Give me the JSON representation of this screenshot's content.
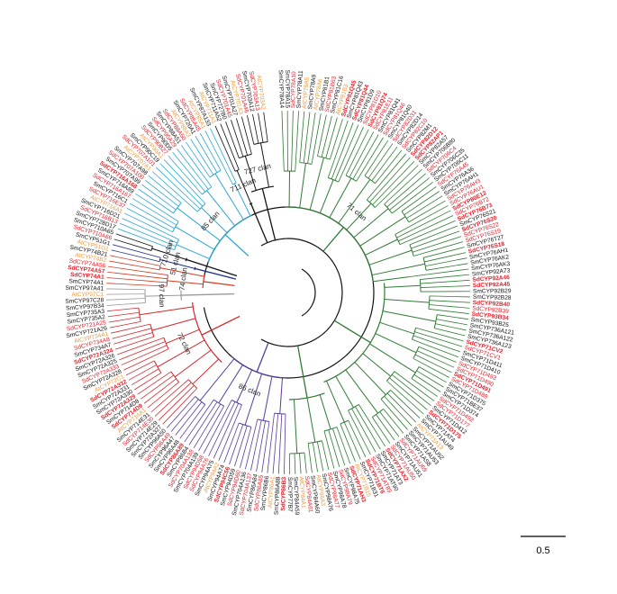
{
  "colors": {
    "outline": "#000000",
    "red_label": "#e8202a",
    "orange_label": "#f39a3c",
    "black_label": "#111111",
    "clan71": "#2e7a33",
    "clan85": "#2aa6d6",
    "clan72": "#d6262b",
    "clan86": "#5a3a9e",
    "clan74": "#d13b20",
    "clan97": "#9a9a9a",
    "clan51": "#1a2f8a",
    "clan710": "#111111",
    "clan711": "#111111",
    "clan727": "#111111"
  },
  "scale_bar": {
    "label": "0.5"
  },
  "clans": [
    {
      "label": "71 clan",
      "colorKey": "clan71",
      "angle": -50,
      "r": 210,
      "tips": [
        {
          "t": "SmCYP78A14",
          "c": "k"
        },
        {
          "t": "SmCYP78A15",
          "c": "k"
        },
        {
          "t": "SdCYP78A10",
          "c": "r"
        },
        {
          "t": "SmCYP78A11",
          "c": "k"
        },
        {
          "t": "AtCYP78A5",
          "c": "o"
        },
        {
          "t": "SmCYP78A9",
          "c": "k"
        },
        {
          "t": "AtCYP78A6",
          "c": "o"
        },
        {
          "t": "SmCYP81B1",
          "c": "k"
        },
        {
          "t": "SdCYP81B63",
          "c": "r"
        },
        {
          "t": "SmCYP81C16",
          "c": "k"
        },
        {
          "t": "AtCYP81B3",
          "c": "o"
        },
        {
          "t": "SdCYP81Q45",
          "c": "r",
          "b": true
        },
        {
          "t": "SmCYP81Q43",
          "c": "k"
        },
        {
          "t": "SdCYP81Q44",
          "c": "r",
          "b": true
        },
        {
          "t": "SmCYP81D9",
          "c": "k"
        },
        {
          "t": "SdCYP81D10",
          "c": "r"
        },
        {
          "t": "SdCYP81Q74",
          "c": "r",
          "b": true
        },
        {
          "t": "SdCYP81E11",
          "c": "r"
        },
        {
          "t": "SmCYP81Q41",
          "c": "k"
        },
        {
          "t": "SdCYP81Q46",
          "c": "r"
        },
        {
          "t": "SmCYP81Q40",
          "c": "k"
        },
        {
          "t": "SdCYP82D31",
          "c": "r"
        },
        {
          "t": "SmCYP82D14",
          "c": "k"
        },
        {
          "t": "SdCYP82C10",
          "c": "r"
        },
        {
          "t": "SmCYP82M1",
          "c": "k"
        },
        {
          "t": "SdCYP82D12",
          "c": "r",
          "b": true
        },
        {
          "t": "SdCYP82AP1",
          "c": "r",
          "b": true
        },
        {
          "t": "SmCYP82A57",
          "c": "k"
        },
        {
          "t": "SmCYP706B80",
          "c": "k"
        },
        {
          "t": "SdCYP706C4",
          "c": "r"
        },
        {
          "t": "SmCYP706C35",
          "c": "k"
        },
        {
          "t": "SmCYP706C11",
          "c": "k"
        },
        {
          "t": "SdCYP76A45",
          "c": "r"
        },
        {
          "t": "SmCYP76A36",
          "c": "k"
        },
        {
          "t": "SmCYP76AH1",
          "c": "k"
        },
        {
          "t": "SdCYP76AH3",
          "c": "r"
        },
        {
          "t": "SdCYP76AU1",
          "c": "r"
        },
        {
          "t": "SdCYP80E12",
          "c": "r",
          "b": true
        },
        {
          "t": "SdCYP76B72",
          "c": "r"
        },
        {
          "t": "SdCYP76B73",
          "c": "r",
          "b": true
        },
        {
          "t": "SmCYP76S21",
          "c": "k"
        },
        {
          "t": "SdCYP76S20",
          "c": "r",
          "b": true
        },
        {
          "t": "SdCYP76S22",
          "c": "r"
        },
        {
          "t": "SdCYP76S19",
          "c": "r"
        },
        {
          "t": "SmCYP76T27",
          "c": "k"
        },
        {
          "t": "SdCYP76S18",
          "c": "r",
          "b": true
        },
        {
          "t": "SmCYP76AH1",
          "c": "k"
        },
        {
          "t": "SmCYP76AK2",
          "c": "k"
        },
        {
          "t": "SmCYP76AK3",
          "c": "k"
        }
      ]
    },
    {
      "label": "",
      "colorKey": "clan71",
      "angle": 40,
      "r": 210,
      "tips": [
        {
          "t": "SmCYP92A73",
          "c": "k"
        },
        {
          "t": "SdCYP92A46",
          "c": "r",
          "b": true
        },
        {
          "t": "SdCYP92A45",
          "c": "r",
          "b": true
        },
        {
          "t": "SmCYP92B29",
          "c": "k"
        },
        {
          "t": "SmCYP92B28",
          "c": "k"
        },
        {
          "t": "SdCYP92B40",
          "c": "r",
          "b": true
        },
        {
          "t": "SdCYP92B39",
          "c": "r"
        },
        {
          "t": "SdCYP93B34",
          "c": "r",
          "b": true
        },
        {
          "t": "SmCYP93B25",
          "c": "k"
        },
        {
          "t": "SmCYP736A121",
          "c": "k"
        },
        {
          "t": "SmCYP736A122",
          "c": "k"
        },
        {
          "t": "SmCYP736A123",
          "c": "k"
        },
        {
          "t": "SdCYP71CV2",
          "c": "r",
          "b": true
        },
        {
          "t": "SdCYP71CV1",
          "c": "r"
        },
        {
          "t": "SmCYP71D411",
          "c": "k"
        },
        {
          "t": "SmCYP71D410",
          "c": "k"
        },
        {
          "t": "SdCYP71D493",
          "c": "r"
        },
        {
          "t": "SdCYP71D490",
          "c": "r"
        },
        {
          "t": "SdCYP71D491",
          "c": "r",
          "b": true
        },
        {
          "t": "SdCYP71D489",
          "c": "r"
        },
        {
          "t": "SmCYP71D375",
          "c": "k"
        },
        {
          "t": "SmCYP71BE37",
          "c": "k"
        },
        {
          "t": "SmCYP71D374",
          "c": "k"
        },
        {
          "t": "SdCYP71D492",
          "c": "r"
        },
        {
          "t": "SdCYP71D177",
          "c": "r"
        },
        {
          "t": "SmCYP71D412",
          "c": "k"
        },
        {
          "t": "SdCYP71D175",
          "c": "r",
          "b": true
        },
        {
          "t": "SmCYP71AT4",
          "c": "k"
        },
        {
          "t": "SmCYP71AU49",
          "c": "k"
        },
        {
          "t": "AtCYP71A13",
          "c": "o"
        },
        {
          "t": "SmCYP71AU52",
          "c": "k"
        },
        {
          "t": "SmCYP71AU53",
          "c": "k"
        },
        {
          "t": "SmCYP71AS8",
          "c": "k"
        },
        {
          "t": "SdCYP71AU69",
          "c": "r"
        },
        {
          "t": "SmCYP71AU51",
          "c": "k"
        },
        {
          "t": "SdCYP71AU50",
          "c": "r"
        },
        {
          "t": "SdCYP71AX2",
          "c": "r",
          "b": true
        },
        {
          "t": "SmCYP71AT3",
          "c": "k"
        },
        {
          "t": "SmCYP71AT90",
          "c": "k"
        },
        {
          "t": "SdCYP71AT89",
          "c": "r"
        },
        {
          "t": "SdCYP71BT6",
          "c": "r",
          "b": true
        },
        {
          "t": "SmCYP71B31",
          "c": "k"
        },
        {
          "t": "AtCYP71B15",
          "c": "o"
        }
      ]
    },
    {
      "label": "",
      "colorKey": "clan71",
      "angle": 100,
      "r": 210,
      "tips": [
        {
          "t": "SdCYP71AH3",
          "c": "r",
          "b": true
        },
        {
          "t": "SmCYP98A75",
          "c": "k"
        },
        {
          "t": "SdCYP98A79",
          "c": "r"
        },
        {
          "t": "SmCYP98A78",
          "c": "k"
        },
        {
          "t": "SdCYP98A77",
          "c": "r"
        },
        {
          "t": "SmCYP98A76",
          "c": "k"
        },
        {
          "t": "AtCYP98A3",
          "c": "o"
        },
        {
          "t": "SmCYP84A60",
          "c": "k"
        },
        {
          "t": "SdCYP84A61",
          "c": "r"
        },
        {
          "t": "AtCYP84A1",
          "c": "o"
        },
        {
          "t": "SmCYP84A59",
          "c": "k"
        },
        {
          "t": "SmCYP77B7",
          "c": "k"
        }
      ]
    },
    {
      "label": "86 clan",
      "colorKey": "clan86",
      "angle": 120,
      "r": 210,
      "tips": [
        {
          "t": "SdCYP86B3",
          "c": "r",
          "b": true
        },
        {
          "t": "SmCYP86A88",
          "c": "k"
        },
        {
          "t": "AtCYP86A1",
          "c": "o"
        },
        {
          "t": "SmCYP86B6",
          "c": "k"
        },
        {
          "t": "SdCYP86A85",
          "c": "r"
        },
        {
          "t": "SmCYP86A84",
          "c": "k"
        },
        {
          "t": "SdCYP704A137",
          "c": "r"
        },
        {
          "t": "SmCYP704A136",
          "c": "k"
        },
        {
          "t": "SdCYP94D60",
          "c": "r"
        },
        {
          "t": "SmCYP94D59",
          "c": "k"
        },
        {
          "t": "SdCYP94C56",
          "c": "r",
          "b": true
        },
        {
          "t": "SmCYP94A74",
          "c": "k"
        },
        {
          "t": "AtCYP94A2",
          "c": "o"
        },
        {
          "t": "SmCYP94A75",
          "c": "k"
        },
        {
          "t": "SdCYP94A76",
          "c": "r"
        },
        {
          "t": "SdCYP94D58",
          "c": "r"
        },
        {
          "t": "SmCYP704A139",
          "c": "k"
        },
        {
          "t": "SdCYP704A138",
          "c": "r"
        },
        {
          "t": "SmCYP86B4",
          "c": "k"
        },
        {
          "t": "SdCYP86A89",
          "c": "r",
          "b": true
        },
        {
          "t": "SmCYP96A48",
          "c": "k"
        },
        {
          "t": "SmCYP96A47",
          "c": "k"
        },
        {
          "t": "SdCYP96A49",
          "c": "r"
        },
        {
          "t": "SmCYP96A50",
          "c": "k"
        }
      ]
    },
    {
      "label": "72 clan",
      "colorKey": "clan72",
      "angle": 155,
      "r": 210,
      "tips": [
        {
          "t": "SmCYP72A327",
          "c": "k"
        },
        {
          "t": "SmCYP714E29",
          "c": "k"
        },
        {
          "t": "SdCYP714E30",
          "c": "r"
        },
        {
          "t": "SmCYP714E31",
          "c": "k"
        },
        {
          "t": "AtCYP714A1",
          "c": "o"
        },
        {
          "t": "SdCYP714D9",
          "c": "r",
          "b": true
        },
        {
          "t": "SmCYP714D8",
          "c": "k"
        },
        {
          "t": "SdCYP72A329",
          "c": "r",
          "b": true
        },
        {
          "t": "SmCYP72A330",
          "c": "k"
        },
        {
          "t": "SmCYP72A331",
          "c": "k"
        },
        {
          "t": "SdCYP72A332",
          "c": "r",
          "b": true
        },
        {
          "t": "AtCYP72C1",
          "c": "o"
        },
        {
          "t": "SmCYP72A328",
          "c": "k"
        },
        {
          "t": "SdCYP72A333",
          "c": "r"
        },
        {
          "t": "SmCYP72A325",
          "c": "k"
        },
        {
          "t": "SmCYP72A326",
          "c": "k"
        },
        {
          "t": "SdCYP72A324",
          "c": "r",
          "b": true
        },
        {
          "t": "SmCYP734A7",
          "c": "k"
        },
        {
          "t": "SdCYP734A8",
          "c": "r"
        },
        {
          "t": "AtCYP734A1",
          "c": "o"
        },
        {
          "t": "SmCYP721A26",
          "c": "k"
        },
        {
          "t": "SdCYP721A25",
          "c": "r"
        },
        {
          "t": "SmCYP735A2",
          "c": "k"
        },
        {
          "t": "SmCYP735A3",
          "c": "k"
        }
      ]
    },
    {
      "label": "97 clan",
      "colorKey": "clan97",
      "angle": 172,
      "r": 210,
      "tips": [
        {
          "t": "SmCYP97B34",
          "c": "k"
        },
        {
          "t": "SmCYP97C28",
          "c": "k"
        },
        {
          "t": "AtCYP97C1",
          "c": "o"
        },
        {
          "t": "SmCYP97A41",
          "c": "k"
        }
      ]
    },
    {
      "label": "74 clan",
      "colorKey": "clan74",
      "angle": 178,
      "r": 210,
      "tips": [
        {
          "t": "SmCYP74A1",
          "c": "k"
        },
        {
          "t": "SdCYP74A1",
          "c": "r",
          "b": true
        },
        {
          "t": "SdCYP74A57",
          "c": "r",
          "b": true
        },
        {
          "t": "SdCYP74A56",
          "c": "r"
        },
        {
          "t": "AtCYP74B2",
          "c": "o"
        },
        {
          "t": "SmCYP74B21",
          "c": "k"
        }
      ]
    },
    {
      "label": "51 clan",
      "colorKey": "clan51",
      "angle": 186,
      "r": 210,
      "tips": [
        {
          "t": "AtCYP51G1",
          "c": "o"
        },
        {
          "t": "SmCYP51G1",
          "c": "k"
        }
      ]
    },
    {
      "label": "710 clan",
      "colorKey": "clan710",
      "angle": 192,
      "r": 210,
      "tips": [
        {
          "t": "SdCYP710A66",
          "c": "r"
        },
        {
          "t": "SmCYP710A65",
          "c": "k"
        }
      ]
    },
    {
      "label": "85 clan",
      "colorKey": "clan85",
      "angle": 212,
      "r": 210,
      "tips": [
        {
          "t": "SmCYP728D17",
          "c": "k"
        },
        {
          "t": "SdCYP716B13",
          "c": "r"
        },
        {
          "t": "SmCYP716D21",
          "c": "k"
        },
        {
          "t": "AtCYP716A1",
          "c": "o"
        },
        {
          "t": "SdCYP716E37",
          "c": "r"
        },
        {
          "t": "SmCYP716C1",
          "c": "k"
        },
        {
          "t": "SdCYP716A167",
          "c": "r"
        },
        {
          "t": "SmCYP716A89",
          "c": "k"
        },
        {
          "t": "SdCYP716A168",
          "c": "r",
          "b": true
        },
        {
          "t": "SmCYP707A99",
          "c": "k"
        },
        {
          "t": "SdCYP707A100",
          "c": "r"
        },
        {
          "t": "SmCYP707A98",
          "c": "k"
        },
        {
          "t": "AtCYP707A1",
          "c": "o"
        },
        {
          "t": "SdCYP707A101",
          "c": "r"
        },
        {
          "t": "SmCYP90C19",
          "c": "k"
        },
        {
          "t": "AtCYP90A1",
          "c": "o"
        },
        {
          "t": "SdCYP90B27",
          "c": "r"
        },
        {
          "t": "SmCYP90D5",
          "c": "k"
        },
        {
          "t": "SdCYP90A29",
          "c": "r"
        },
        {
          "t": "SmCYP88A51",
          "c": "k"
        },
        {
          "t": "SdCYP88A50",
          "c": "r"
        },
        {
          "t": "AtCYP88A3",
          "c": "o"
        },
        {
          "t": "SmCYP720A1",
          "c": "k"
        },
        {
          "t": "SdCYP85A45",
          "c": "r"
        },
        {
          "t": "AtCYP85A1",
          "c": "o"
        },
        {
          "t": "SmCYP87A133",
          "c": "k"
        }
      ]
    },
    {
      "label": "711 clan",
      "colorKey": "clan711",
      "angle": 232,
      "r": 210,
      "tips": [
        {
          "t": "AtCYP711A1",
          "c": "o"
        },
        {
          "t": "SmCYP711A52",
          "c": "k"
        }
      ]
    },
    {
      "label": "727 clan",
      "colorKey": "clan727",
      "angle": 238,
      "r": 210,
      "tips": [
        {
          "t": "SmCYP727B0",
          "c": "k"
        },
        {
          "t": "SdCYP701A45",
          "c": "r"
        },
        {
          "t": "SmCYP701A27",
          "c": "k"
        },
        {
          "t": "AtCYP701A3",
          "c": "o"
        },
        {
          "t": "SdCYP701A46",
          "c": "r"
        },
        {
          "t": "SmCYP703A12",
          "c": "k"
        },
        {
          "t": "SdCYP703A13",
          "c": "r"
        },
        {
          "t": "AtCYP703A2",
          "c": "o"
        }
      ]
    }
  ]
}
